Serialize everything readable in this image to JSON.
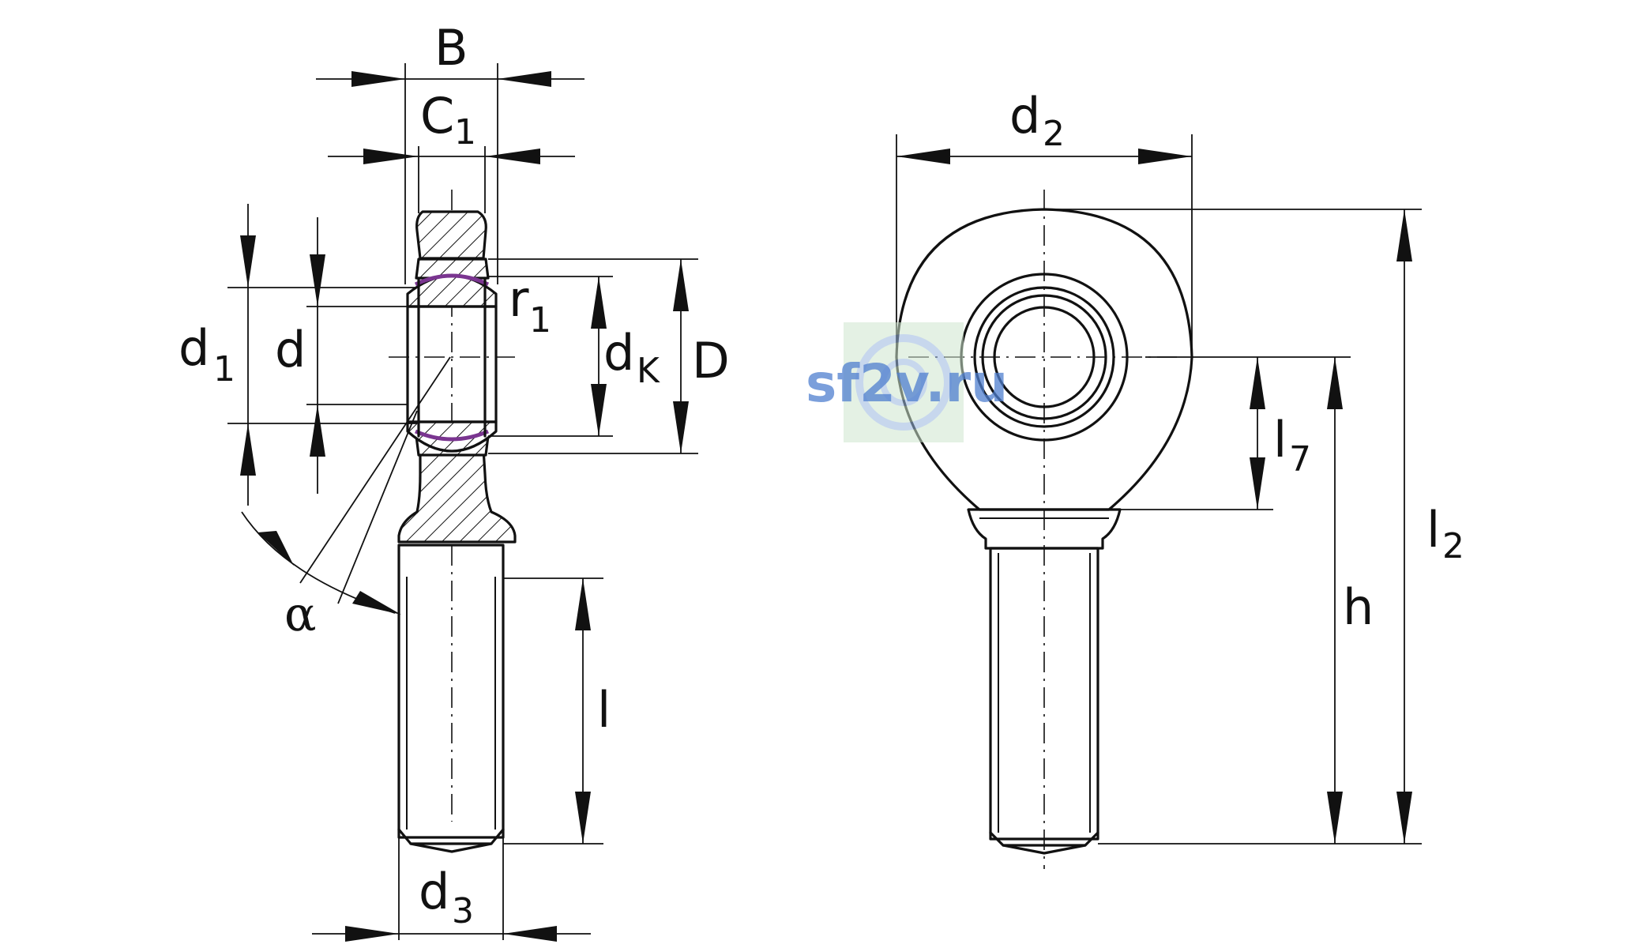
{
  "labels": {
    "B": "B",
    "C": "C",
    "C_sub": "1",
    "d1": "d",
    "d1_sub": "1",
    "d": "d",
    "r1": "r",
    "r1_sub": "1",
    "dK": "d",
    "dK_sub": "K",
    "D": "D",
    "alpha": "α",
    "l": "l",
    "d3": "d",
    "d3_sub": "3",
    "d2": "d",
    "d2_sub": "2",
    "l7": "l",
    "l7_sub": "7",
    "h": "h",
    "l2": "l",
    "l2_sub": "2"
  },
  "watermark": {
    "text": "sf2v.ru",
    "color": "#4f7fcf"
  },
  "colors": {
    "line": "#111111",
    "liner": "#7a3590"
  }
}
